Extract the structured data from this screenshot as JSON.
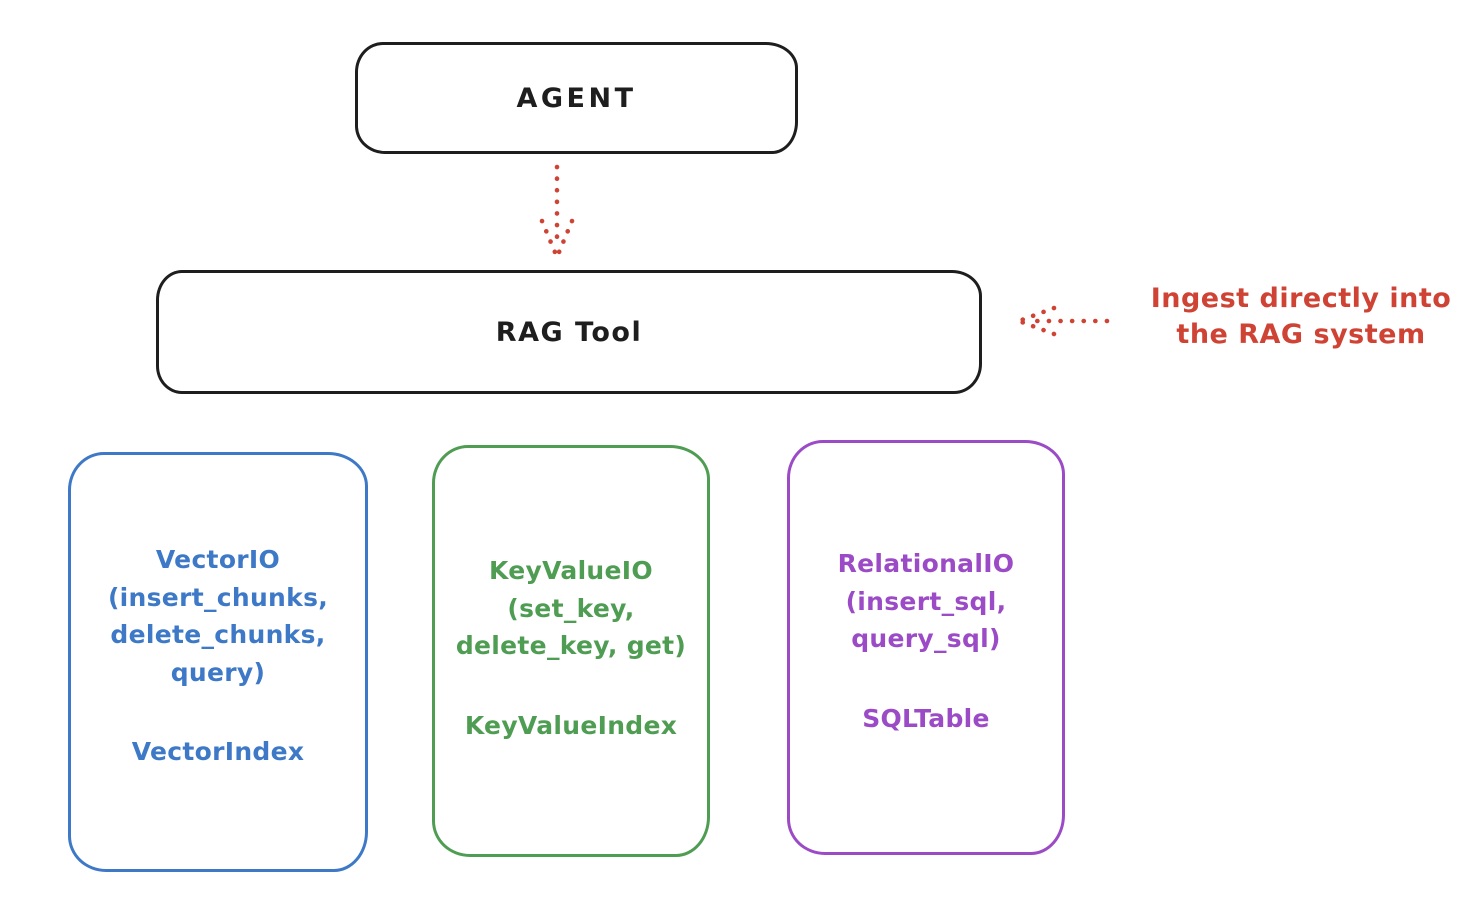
{
  "colors": {
    "background": "#ffffff",
    "ink": "#1e1e1e",
    "red": "#cf4335",
    "blue": "#3d79c6",
    "green": "#4f9d53",
    "purple": "#9c4bc6"
  },
  "nodes": {
    "agent": {
      "label": "AGENT"
    },
    "rag_tool": {
      "label": "RAG Tool"
    }
  },
  "connectors": {
    "agent_to_rag_tool": "dotted-arrow-down",
    "ingest_into_rag_tool": "dotted-arrow-left"
  },
  "annotation": {
    "label": "Ingest directly into\nthe RAG system"
  },
  "stores": [
    {
      "interface": "VectorIO\n(insert_chunks,\ndelete_chunks,\nquery)",
      "index": "VectorIndex",
      "color": "#3d79c6"
    },
    {
      "interface": "KeyValueIO\n(set_key,\ndelete_key, get)",
      "index": "KeyValueIndex",
      "color": "#4f9d53"
    },
    {
      "interface": "RelationalIO\n(insert_sql,\nquery_sql)",
      "index": "SQLTable",
      "color": "#9c4bc6"
    }
  ]
}
